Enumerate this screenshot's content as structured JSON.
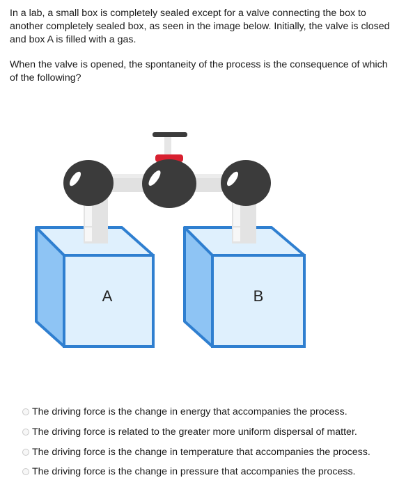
{
  "question": {
    "paragraph1": "In a lab, a small box is completely sealed except for a valve connecting the box to another completely sealed box, as seen in the image below. Initially, the valve is closed and box A is filled with a gas.",
    "paragraph2": "When the valve is opened, the spontaneity of the process is the consequence of which of the following?"
  },
  "figure": {
    "box_a_label": "A",
    "box_b_label": "B",
    "icons": [
      "valve-handle-icon",
      "connector-ball-icon",
      "box-icon"
    ],
    "colors": {
      "box_front": "#dff0fd",
      "box_side": "#8ec4f4",
      "box_outline": "#2f7fd0",
      "ball": "#3b3b3b",
      "valve_red": "#d8202f",
      "pipe": "#e1e1e1"
    }
  },
  "options": [
    {
      "label": "The driving force is the change in energy that accompanies the process."
    },
    {
      "label": "The driving force is related to the greater more uniform dispersal of matter."
    },
    {
      "label": "The driving force is the change in temperature that accompanies the process."
    },
    {
      "label": "The driving force is the change in pressure that accompanies the process."
    }
  ]
}
